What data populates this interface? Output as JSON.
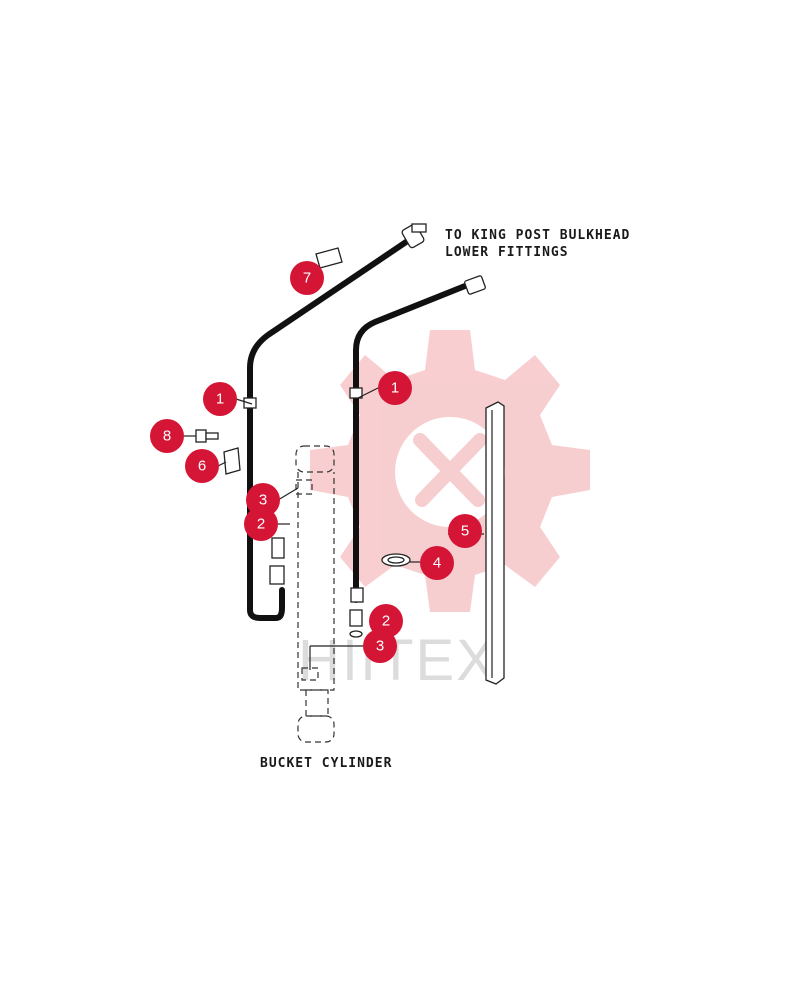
{
  "labels": {
    "destination_line1": "TO KING POST BULKHEAD",
    "destination_line2": "LOWER FITTINGS",
    "bucket_cylinder": "BUCKET CYLINDER"
  },
  "watermark": {
    "text": "HIITEX",
    "gear_color": "#f7c9cc",
    "text_color": "#dcdcdc"
  },
  "callouts": {
    "color": "#d51535",
    "items": [
      "7",
      "1",
      "1",
      "8",
      "6",
      "3",
      "2",
      "5",
      "4",
      "2",
      "3"
    ]
  }
}
